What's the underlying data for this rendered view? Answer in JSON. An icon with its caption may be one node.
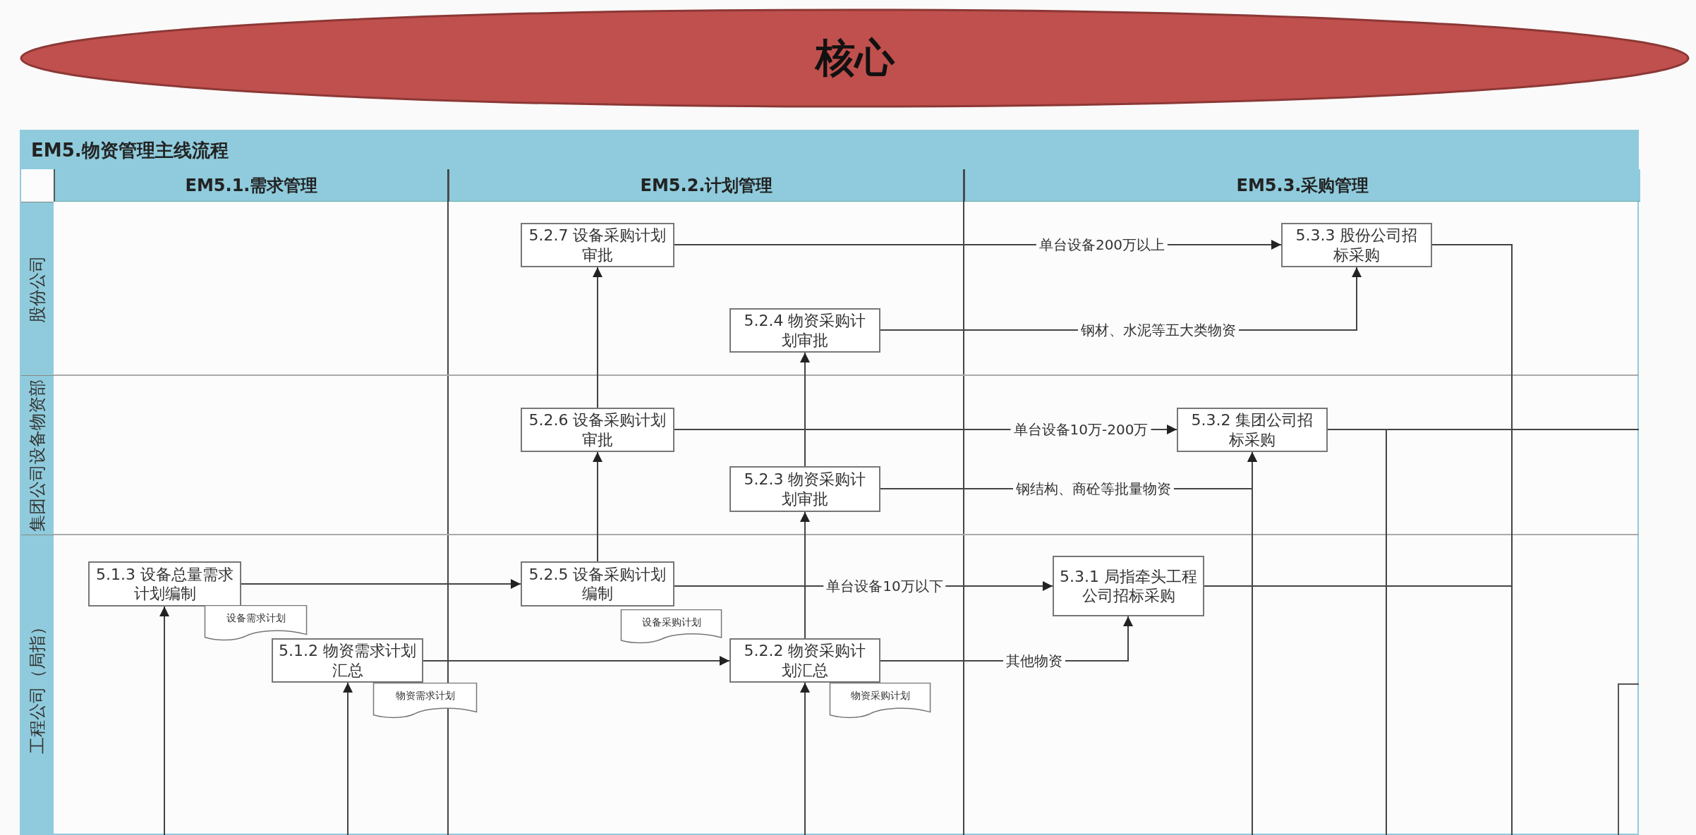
{
  "diagram": {
    "nodes": [
      {
        "text": [
          "核心"
        ]
      },
      {
        "text": [
          "EM5.物资管理主线流程"
        ]
      },
      {
        "text": [
          "EM5.1.需求管理"
        ],
        "in": 1
      },
      {
        "text": [
          "EM5.2.计划管理"
        ],
        "in": 1
      },
      {
        "text": [
          "EM5.3.采购管理"
        ],
        "in": 1
      },
      {
        "text": [
          "股份公司"
        ],
        "in": 1
      },
      {
        "text": [
          "集团公司设备物资部"
        ],
        "in": 1
      },
      {
        "text": [
          "工程公司（局指）"
        ],
        "in": 1
      },
      {
        "text": [
          "5.2.7 设备采购计划审批"
        ],
        "in": 1
      },
      {
        "text": [
          "5.3.3 股份公司招标采购"
        ],
        "in": 1
      },
      {
        "text": [
          "5.2.4 物资采购计划审批"
        ],
        "in": 1
      },
      {
        "text": [
          "5.2.6 设备采购计划审批"
        ],
        "in": 1
      },
      {
        "text": [
          "5.3.2 集团公司招标采购"
        ],
        "in": 1
      },
      {
        "text": [
          "5.2.3 物资采购计划审批"
        ],
        "in": 1
      },
      {
        "text": [
          "5.1.3 设备总量需求计划编制"
        ],
        "in": 1
      },
      {
        "text": [
          "5.2.5 设备采购计划编制"
        ],
        "in": 1
      },
      {
        "text": [
          "5.3.1 局指牵头工程公司招标采购"
        ],
        "in": 1
      },
      {
        "text": [
          "设备需求计划"
        ],
        "in": 1
      },
      {
        "text": [
          "5.1.2 物资需求计划汇总"
        ],
        "in": 1
      },
      {
        "text": [
          "物资需求计划"
        ],
        "in": 1
      },
      {
        "text": [
          "5.2.2 物资采购计划汇总"
        ],
        "in": 1
      },
      {
        "text": [
          "设备采购计划"
        ],
        "in": 1
      },
      {
        "text": [
          "物资采购计划"
        ],
        "in": 1
      }
    ],
    "edges": [
      {
        "from": 8,
        "to": 9,
        "arrow": "to",
        "label": "单台设备200万以上"
      },
      {
        "from": 10,
        "to": 9,
        "arrow": "to",
        "label": "钢材、水泥等五大类物资"
      },
      {
        "from": 11,
        "to": 8,
        "arrow": "to"
      },
      {
        "from": 11,
        "to": 12,
        "arrow": "to",
        "label": "单台设备10万-200万"
      },
      {
        "from": 13,
        "to": 10,
        "arrow": "to"
      },
      {
        "from": 13,
        "to": 12,
        "arrow": "to",
        "label": "钢结构、商砼等批量物资"
      },
      {
        "from": 14,
        "to": 15,
        "arrow": "to"
      },
      {
        "from": 15,
        "to": 11,
        "arrow": "to"
      },
      {
        "from": 15,
        "to": 16,
        "arrow": "to",
        "label": "单台设备10万以下"
      },
      {
        "from": 18,
        "to": 20,
        "arrow": "to"
      },
      {
        "from": 20,
        "to": 13,
        "arrow": "to"
      },
      {
        "from": 20,
        "to": 16,
        "arrow": "to",
        "label": "其他物资"
      },
      {
        "from": null,
        "to": 14,
        "arrow": "to"
      },
      {
        "from": null,
        "to": 18,
        "arrow": "to"
      },
      {
        "from": null,
        "to": 20,
        "arrow": "to"
      },
      {
        "from": null,
        "to": 12,
        "arrow": "to"
      },
      {
        "from": 9,
        "to": null,
        "arrow": "none"
      },
      {
        "from": 12,
        "to": null,
        "arrow": "none"
      },
      {
        "from": 12,
        "to": null,
        "arrow": "none"
      },
      {
        "from": 16,
        "to": null,
        "arrow": "none"
      }
    ]
  }
}
